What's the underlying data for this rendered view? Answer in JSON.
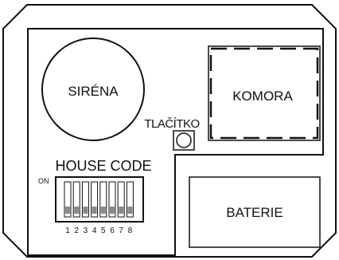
{
  "labels": {
    "siren": "SIRÉNA",
    "chamber": "KOMORA",
    "button": "TLAČÍTKO",
    "house_code": "HOUSE CODE",
    "on": "ON",
    "battery": "BATERIE"
  },
  "dip_switch": {
    "count": 8,
    "numbers": [
      "1",
      "2",
      "3",
      "4",
      "5",
      "6",
      "7",
      "8"
    ]
  },
  "colors": {
    "line": "#111111",
    "switch_knob": "#8a8a8a",
    "background": "#ffffff"
  }
}
